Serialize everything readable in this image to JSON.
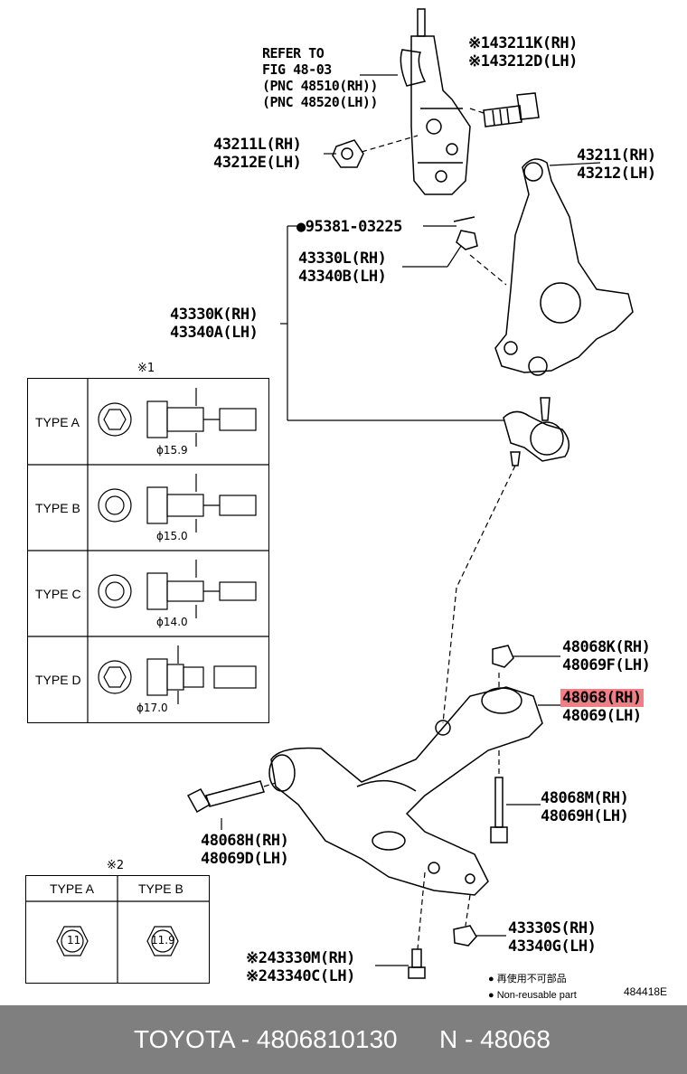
{
  "labels": {
    "refer_fig": "REFER TO\nFIG 48-03\n(PNC 48510(RH))\n(PNC 48520(LH))",
    "bolt_43211k": "※143211K(RH)\n※143212D(LH)",
    "nut_43211l": "43211L(RH)\n43212E(LH)",
    "knuckle_43211": "43211(RH)\n43212(LH)",
    "pin_95381": "●95381-03225",
    "nut_43330l": "43330L(RH)\n43340B(LH)",
    "balljoint_43330k": "43330K(RH)\n43340A(LH)",
    "nut_48068k": "48068K(RH)\n48069F(LH)",
    "arm_48068_rh": "48068(RH)",
    "arm_48069_lh": "48069(LH)",
    "bolt_48068m": "48068M(RH)\n48069H(LH)",
    "bolt_48068h": "48068H(RH)\n48069D(LH)",
    "nut_43330s": "43330S(RH)\n43340G(LH)",
    "bolt_43330m": "※243330M(RH)\n※243340C(LH)"
  },
  "table1": {
    "mark": "※1",
    "rows": [
      {
        "type": "TYPE A",
        "diameter": "15.9"
      },
      {
        "type": "TYPE B",
        "diameter": "15.0"
      },
      {
        "type": "TYPE C",
        "diameter": "14.0"
      },
      {
        "type": "TYPE D",
        "diameter": "17.0"
      }
    ],
    "phi": "ϕ"
  },
  "table2": {
    "mark": "※2",
    "headers": [
      "TYPE A",
      "TYPE B"
    ],
    "nut_marks": [
      "11",
      "11.9"
    ]
  },
  "legend": {
    "jp": "● 再使用不可部品",
    "en": "● Non-reusable part"
  },
  "drawing_code": "484418E",
  "footer": {
    "brand": "TOYOTA",
    "part_number": "TOYOTA - 4806810130",
    "pnc": "N - 48068"
  }
}
